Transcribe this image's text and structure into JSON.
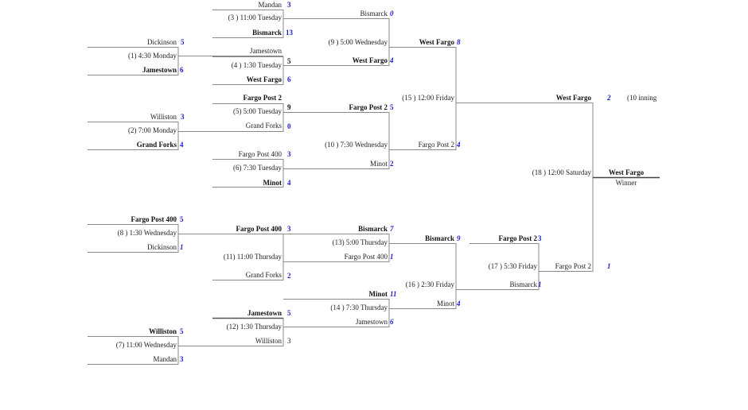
{
  "games": {
    "g1": {
      "label": "(1) 4:30 Monday",
      "top": {
        "team": "Dickinson",
        "score": "5"
      },
      "bottom": {
        "team": "Jamestown",
        "score": "6"
      }
    },
    "g2": {
      "label": "(2) 7:00 Monday",
      "top": {
        "team": "Williston",
        "score": "3"
      },
      "bottom": {
        "team": "Grand Forks",
        "score": "4"
      }
    },
    "g3": {
      "label": "(3 ) 11:00 Tuesday",
      "top": {
        "team": "Mandan",
        "score": "3"
      },
      "bottom": {
        "team": "Bismarck",
        "score": "13"
      }
    },
    "g4": {
      "label": "(4 ) 1:30 Tuesday",
      "top": {
        "team": "Jamestown",
        "score": "5"
      },
      "bottom": {
        "team": "West Fargo",
        "score": "6"
      }
    },
    "g5": {
      "label": "(5) 5:00 Tuesday",
      "top": {
        "team": "Fargo Post 2",
        "score": "9"
      },
      "bottom": {
        "team": "Grand Forks",
        "score": "0"
      }
    },
    "g6": {
      "label": "(6) 7:30 Tuesday",
      "top": {
        "team": "Fargo Post 400",
        "score": "3"
      },
      "bottom": {
        "team": "Minot",
        "score": "4"
      }
    },
    "g7": {
      "label": "(7) 11:00 Wednesday",
      "top": {
        "team": "Williston",
        "score": "5"
      },
      "bottom": {
        "team": "Mandan",
        "score": "3"
      }
    },
    "g8": {
      "label": "(8 ) 1:30 Wednesday",
      "top": {
        "team": "Fargo Post 400",
        "score": "5"
      },
      "bottom": {
        "team": "Dickinson",
        "score": "1"
      }
    },
    "g9": {
      "label": "(9 ) 5:00 Wednesday",
      "top": {
        "team": "Bismarck",
        "score": "0"
      },
      "bottom": {
        "team": "West Fargo",
        "score": "4"
      }
    },
    "g10": {
      "label": "(10 ) 7:30 Wednesday",
      "top": {
        "team": "Fargo Post 2",
        "score": "5"
      },
      "bottom": {
        "team": "Minot",
        "score": "2"
      }
    },
    "g11": {
      "label": "(11) 11:00 Thursday",
      "top": {
        "team": "Fargo Post 400",
        "score": "3"
      },
      "bottom": {
        "team": "Grand Forks",
        "score": "2"
      }
    },
    "g12": {
      "label": "(12) 1:30 Thursday",
      "top": {
        "team": "Jamestown",
        "score": "5"
      },
      "bottom": {
        "team": "Williston",
        "score": "3"
      }
    },
    "g13": {
      "label": "(13) 5:00 Thursday",
      "top": {
        "team": "Bismarck",
        "score": "7"
      },
      "bottom": {
        "team": "Fargo Post 400",
        "score": "1"
      }
    },
    "g14": {
      "label": "(14 ) 7:30 Thursday",
      "top": {
        "team": "Minot",
        "score": "11"
      },
      "bottom": {
        "team": "Jamestown",
        "score": "6"
      }
    },
    "g15": {
      "label": "(15 ) 12:00 Friday",
      "top": {
        "team": "West Fargo",
        "score": "8"
      },
      "bottom": {
        "team": "Fargo Post 2",
        "score": "4"
      }
    },
    "g16": {
      "label": "(16 ) 2:30 Friday",
      "top": {
        "team": "Bismarck",
        "score": "9"
      },
      "bottom": {
        "team": "Minot",
        "score": "4"
      }
    },
    "g17": {
      "label": "(17 ) 5:30 Friday",
      "top": {
        "team": "Fargo Post 2",
        "score": "3"
      },
      "bottom": {
        "team": "Bismarck",
        "score": "1"
      }
    },
    "g18": {
      "label": "(18 ) 12:00 Saturday",
      "top": {
        "team": "West Fargo",
        "score": "2",
        "note": "(10 inning"
      },
      "bottom": {
        "team": "Fargo Post 2",
        "score": "1"
      }
    }
  },
  "champion": {
    "team": "West Fargo",
    "label": "Winner"
  },
  "colors": {
    "score": "#1a1ad8",
    "line": "#888888",
    "text": "#222222"
  }
}
